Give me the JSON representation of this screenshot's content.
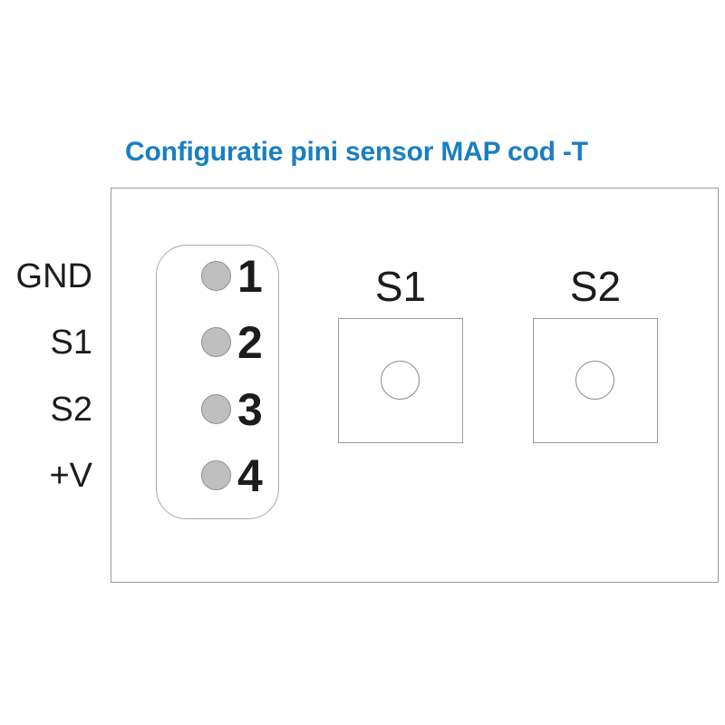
{
  "title": "Configuratie pini sensor MAP cod -T",
  "colors": {
    "title_blue": "#1a7fc1",
    "frame_gray": "#9b9b9b",
    "pin_fill": "#bfbfbf",
    "pin_stroke": "#8e8e8e",
    "text_black": "#1c1c1c"
  },
  "connector": {
    "pins": [
      {
        "number": "1",
        "signal": "GND"
      },
      {
        "number": "2",
        "signal": "S1"
      },
      {
        "number": "3",
        "signal": "S2"
      },
      {
        "number": "4",
        "signal": "+V"
      }
    ]
  },
  "pads": [
    {
      "caption": "S1"
    },
    {
      "caption": "S2"
    }
  ]
}
